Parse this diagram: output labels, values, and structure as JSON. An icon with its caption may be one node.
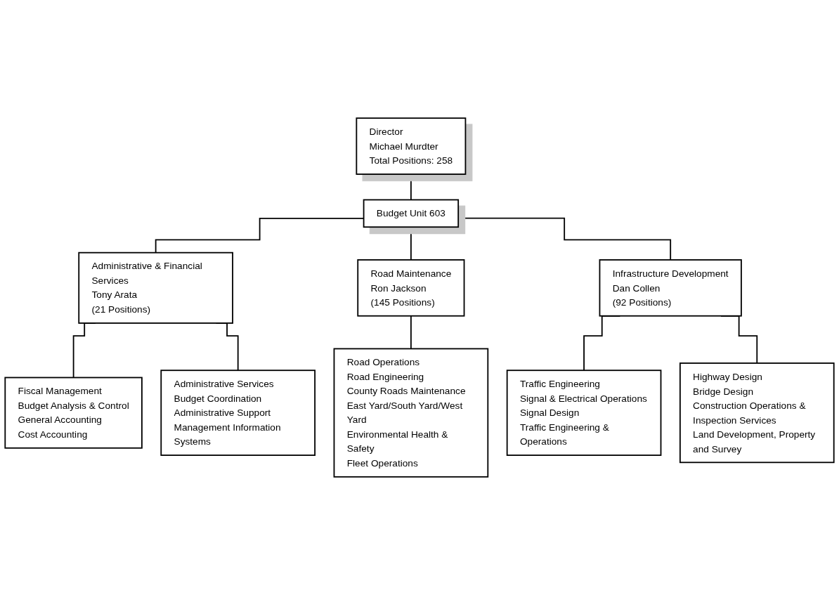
{
  "diagram": {
    "nodes": [
      {
        "text": [
          "Director",
          "Michael Murdter",
          "Total Positions: 258"
        ]
      },
      {
        "text": [
          "Budget Unit 603"
        ]
      },
      {
        "text": [
          "Administrative & Financial Services",
          "Tony Arata",
          "(21 Positions)"
        ]
      },
      {
        "text": [
          "Fiscal Management",
          "Budget Analysis & Control",
          "General Accounting",
          "Cost Accounting"
        ]
      },
      {
        "text": [
          "Administrative Services",
          "Budget Coordination",
          "Administrative Support",
          "Management Information Systems"
        ]
      },
      {
        "text": [
          "Road Maintenance",
          "Ron Jackson",
          "(145 Positions)"
        ]
      },
      {
        "text": [
          "Infrastructure Development",
          "Dan Collen",
          "(92 Positions)"
        ]
      },
      {
        "text": [
          "Road Operations",
          "Road Engineering",
          "County Roads Maintenance",
          "East Yard/South Yard/West Yard",
          "Environmental Health & Safety",
          "Fleet Operations"
        ]
      },
      {
        "text": [
          "Traffic Engineering",
          "Signal & Electrical Operations",
          "Signal Design",
          "Traffic Engineering & Operations"
        ]
      },
      {
        "text": [
          "Highway Design",
          "Bridge Design",
          "Construction Operations & Inspection Services",
          "Land Development, Property and Survey"
        ]
      }
    ],
    "edges": [
      {
        "from": 0,
        "to": 1,
        "arrow": "none"
      },
      {
        "from": 1,
        "to": 2,
        "arrow": "none"
      },
      {
        "from": 1,
        "to": 5,
        "arrow": "none"
      },
      {
        "from": 1,
        "to": 6,
        "arrow": "none"
      },
      {
        "from": 2,
        "to": 3,
        "arrow": "none"
      },
      {
        "from": 2,
        "to": 4,
        "arrow": "none"
      },
      {
        "from": 5,
        "to": 7,
        "arrow": "none"
      },
      {
        "from": 6,
        "to": 8,
        "arrow": "none"
      },
      {
        "from": 6,
        "to": 9,
        "arrow": "none"
      }
    ]
  }
}
